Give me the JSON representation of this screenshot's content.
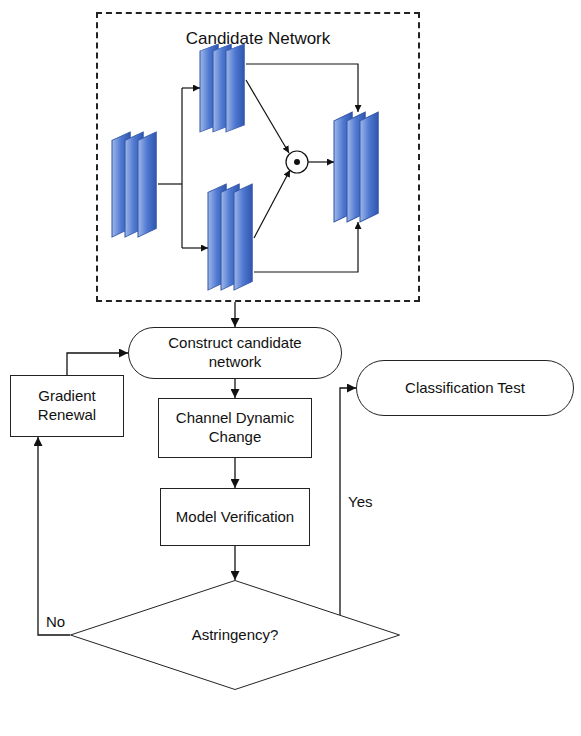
{
  "diagram": {
    "nodes": [
      {
        "text": [
          "Candidate Network"
        ]
      },
      {
        "text": [
          "Construct candidate network"
        ]
      },
      {
        "text": [
          "Channel Dynamic Change"
        ]
      },
      {
        "text": [
          "Model Verification"
        ]
      },
      {
        "text": [
          "Astringency?"
        ]
      },
      {
        "text": [
          "Gradient Renewal"
        ]
      },
      {
        "text": [
          "Classification Test"
        ]
      }
    ],
    "edges": [
      {
        "from": 0,
        "to": 1,
        "arrow": "to"
      },
      {
        "from": 1,
        "to": 2,
        "arrow": "to"
      },
      {
        "from": 2,
        "to": 3,
        "arrow": "to"
      },
      {
        "from": 3,
        "to": 4,
        "arrow": "to"
      },
      {
        "from": 4,
        "to": 5,
        "label": "No",
        "arrow": "to"
      },
      {
        "from": 5,
        "to": 1,
        "arrow": "to"
      },
      {
        "from": 4,
        "to": 6,
        "label": "Yes",
        "arrow": "to"
      }
    ]
  }
}
